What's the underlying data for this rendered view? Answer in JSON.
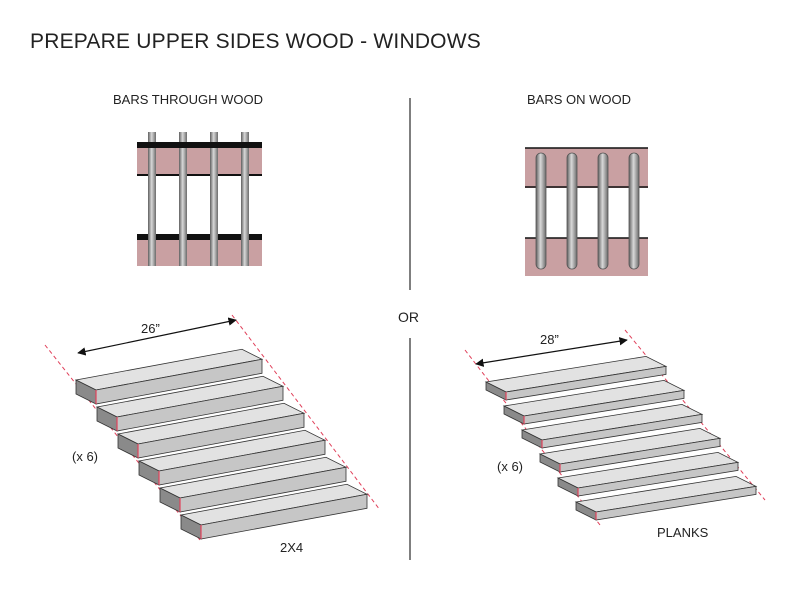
{
  "title": "PREPARE UPPER SIDES WOOD - WINDOWS",
  "left": {
    "heading": "BARS THROUGH WOOD",
    "dimension": "26”",
    "multiplier": "(x 6)",
    "material": "2X4",
    "bar_count": 4,
    "piece_count": 6
  },
  "right": {
    "heading": "BARS ON WOOD",
    "dimension": "28”",
    "multiplier": "(x 6)",
    "material": "PLANKS",
    "bar_count": 4,
    "piece_count": 6
  },
  "divider_label": "OR",
  "colors": {
    "wood": "#c9a0a2",
    "bar_dark": "#6b6b6b",
    "bar_light": "#d8d8d8",
    "board_top": "#e2e2e2",
    "board_front": "#c6c6c6",
    "board_side": "#8a8a8a",
    "cut_line": "#e0405a"
  }
}
